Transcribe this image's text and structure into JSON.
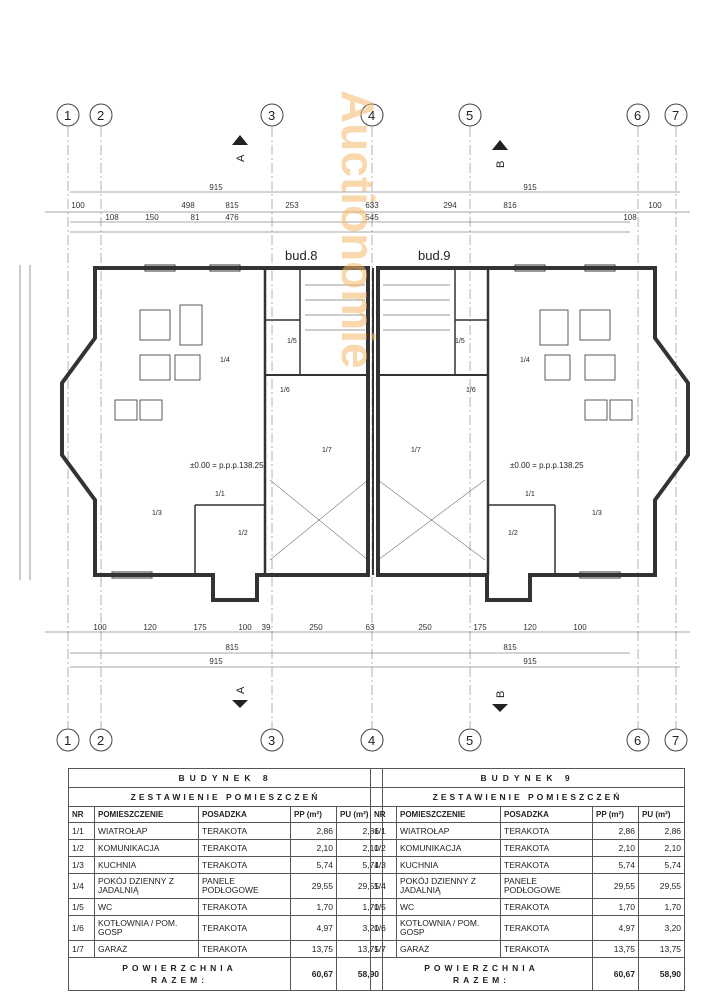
{
  "watermark": "Auctionomie",
  "grid_axes": [
    "1",
    "2",
    "3",
    "4",
    "5",
    "6",
    "7"
  ],
  "section_marks": [
    "A",
    "B"
  ],
  "buildings": [
    "bud.8",
    "bud.9"
  ],
  "elevation_label": "±0.00 = p.p.p.138.25",
  "dims": {
    "top_total": "915",
    "top_row2": [
      "100",
      "498",
      "815",
      "253",
      "633",
      "294",
      "816",
      "100"
    ],
    "top_row3": [
      "108",
      "150",
      "81",
      "476",
      "545",
      "108"
    ],
    "bottom_row1": [
      "100",
      "120",
      "175",
      "100",
      "39",
      "250",
      "63",
      "250",
      "175",
      "120",
      "100"
    ],
    "bottom_total": "815",
    "bottom_total2": "915"
  },
  "rooms_left": [
    "1/4",
    "1/5",
    "1/6",
    "1/7",
    "1/1",
    "1/2",
    "1/3"
  ],
  "rooms_right": [
    "1/4",
    "1/5",
    "1/6",
    "1/7",
    "1/1",
    "1/2",
    "1/3"
  ],
  "schedule": {
    "b8": {
      "title": "BUDYNEK 8",
      "subtitle": "ZESTAWIENIE POMIESZCZEŃ",
      "headers": [
        "NR",
        "POMIESZCZENIE",
        "POSADZKA",
        "PP (m²)",
        "PU (m²)"
      ],
      "rows": [
        [
          "1/1",
          "WIATROŁAP",
          "TERAKOTA",
          "2,86",
          "2,86"
        ],
        [
          "1/2",
          "KOMUNIKACJA",
          "TERAKOTA",
          "2,10",
          "2,10"
        ],
        [
          "1/3",
          "KUCHNIA",
          "TERAKOTA",
          "5,74",
          "5,74"
        ],
        [
          "1/4",
          "POKÓJ DZIENNY Z JADALNIĄ",
          "PANELE PODŁOGOWE",
          "29,55",
          "29,55"
        ],
        [
          "1/5",
          "WC",
          "TERAKOTA",
          "1,70",
          "1,70"
        ],
        [
          "1/6",
          "KOTŁOWNIA / POM. GOSP",
          "TERAKOTA",
          "4,97",
          "3,20"
        ],
        [
          "1/7",
          "GARAŻ",
          "TERAKOTA",
          "13,75",
          "13,75"
        ]
      ],
      "total_label_1": "POWIERZCHNIA",
      "total_label_2": "RAZEM:",
      "total_pp": "60,67",
      "total_pu": "58,90"
    },
    "b9": {
      "title": "BUDYNEK 9",
      "subtitle": "ZESTAWIENIE POMIESZCZEŃ",
      "headers": [
        "NR",
        "POMIESZCZENIE",
        "POSADZKA",
        "PP (m²)",
        "PU (m²)"
      ],
      "rows": [
        [
          "1/1",
          "WIATROŁAP",
          "TERAKOTA",
          "2,86",
          "2,86"
        ],
        [
          "1/2",
          "KOMUNIKACJA",
          "TERAKOTA",
          "2,10",
          "2,10"
        ],
        [
          "1/3",
          "KUCHNIA",
          "TERAKOTA",
          "5,74",
          "5,74"
        ],
        [
          "1/4",
          "POKÓJ DZIENNY Z JADALNIĄ",
          "PANELE PODŁOGOWE",
          "29,55",
          "29,55"
        ],
        [
          "1/5",
          "WC",
          "TERAKOTA",
          "1,70",
          "1,70"
        ],
        [
          "1/6",
          "KOTŁOWNIA / POM. GOSP",
          "TERAKOTA",
          "4,97",
          "3,20"
        ],
        [
          "1/7",
          "GARAŻ",
          "TERAKOTA",
          "13,75",
          "13,75"
        ]
      ],
      "total_label_1": "POWIERZCHNIA",
      "total_label_2": "RAZEM:",
      "total_pp": "60,67",
      "total_pu": "58,90"
    }
  }
}
